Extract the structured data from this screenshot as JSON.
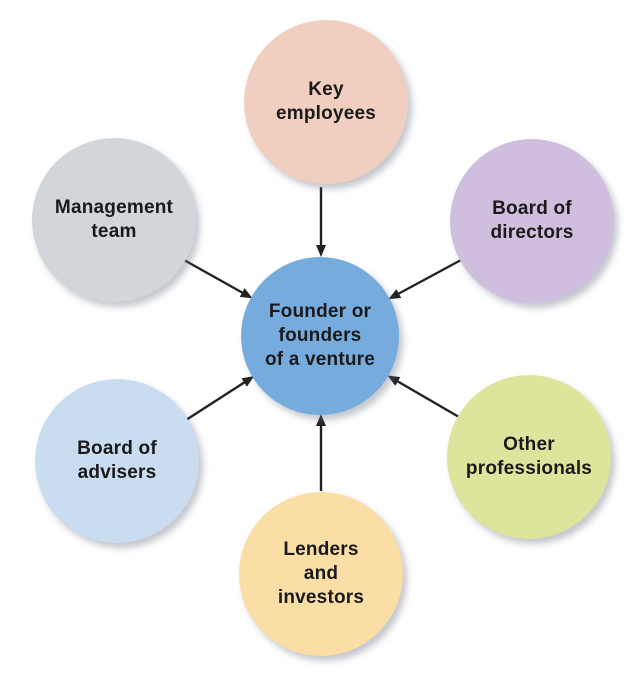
{
  "diagram": {
    "type": "hub-and-spoke",
    "arrow_color": "#222222",
    "text_color": "#1a1a1a",
    "center": {
      "id": "founder",
      "label": "Founder or\nfounders\nof a venture",
      "color": "#76acdd"
    },
    "nodes": [
      {
        "id": "key-employees",
        "label": "Key\nemployees",
        "color": "#f0cfc1"
      },
      {
        "id": "management-team",
        "label": "Management\nteam",
        "color": "#d0d6da"
      },
      {
        "id": "board-of-directors",
        "label": "Board of\ndirectors",
        "color": "#cfbedd"
      },
      {
        "id": "board-of-advisers",
        "label": "Board of\nadvisers",
        "color": "#cadcf0"
      },
      {
        "id": "lenders-and-investors",
        "label": "Lenders\nand\ninvestors",
        "color": "#fbdda6"
      },
      {
        "id": "other-professionals",
        "label": "Other\nprofessionals",
        "color": "#dfe49d"
      }
    ],
    "edges": [
      {
        "from": "key-employees",
        "to": "founder"
      },
      {
        "from": "management-team",
        "to": "founder"
      },
      {
        "from": "board-of-directors",
        "to": "founder"
      },
      {
        "from": "board-of-advisers",
        "to": "founder"
      },
      {
        "from": "lenders-and-investors",
        "to": "founder"
      },
      {
        "from": "other-professionals",
        "to": "founder"
      }
    ]
  }
}
